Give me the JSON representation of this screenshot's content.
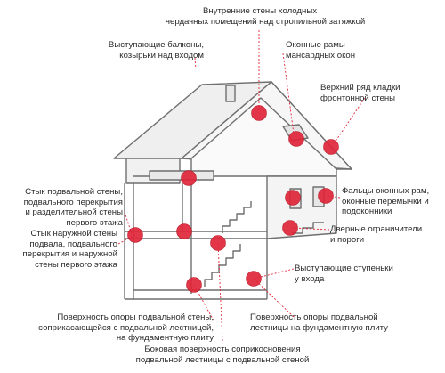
{
  "colors": {
    "marker": "#e0253a",
    "marker_edge": "#b5121f",
    "line": "#6f6f6f",
    "leader": "#e0253a",
    "roof": "#eeeeee",
    "wall": "#f3f3f3",
    "text": "#2a2a2a"
  },
  "labels": {
    "l1": [
      "Внутренние стены холодных",
      "чердачных помещений над стропильной затяжкой"
    ],
    "l2": [
      "Выступающие балконы,",
      "козырьки над входом"
    ],
    "l3": [
      "Оконные рамы",
      "мансардных окон"
    ],
    "l4": [
      "Верхний ряд кладки",
      "фронтонной стены"
    ],
    "l5": [
      "Стык подвальной стены,",
      "подвального перекрытия",
      "и разделительной стены",
      "первого этажа"
    ],
    "l6": [
      "Фальцы оконных рам,",
      "оконные перемычки и",
      "подоконники"
    ],
    "l7": [
      "Стык наружной стены",
      "подвала, подвального",
      "перекрытия и наружной",
      "стены первого этажа"
    ],
    "l8": [
      "Дверные ограничители",
      "и пороги"
    ],
    "l9": [
      "Выступающие ступеньки",
      "у входа"
    ],
    "l10": [
      "Поверхность опоры подвальной стены,",
      "соприкасающейся с подвальной лестницей,",
      "на фундаментную плиту"
    ],
    "l11": [
      "Поверхность опоры подвальной",
      "лестницы на фундаментную плиту"
    ],
    "l12": [
      "Боковая поверхность соприкосновения",
      "подвальной лестницы с подвальной стеной"
    ]
  }
}
